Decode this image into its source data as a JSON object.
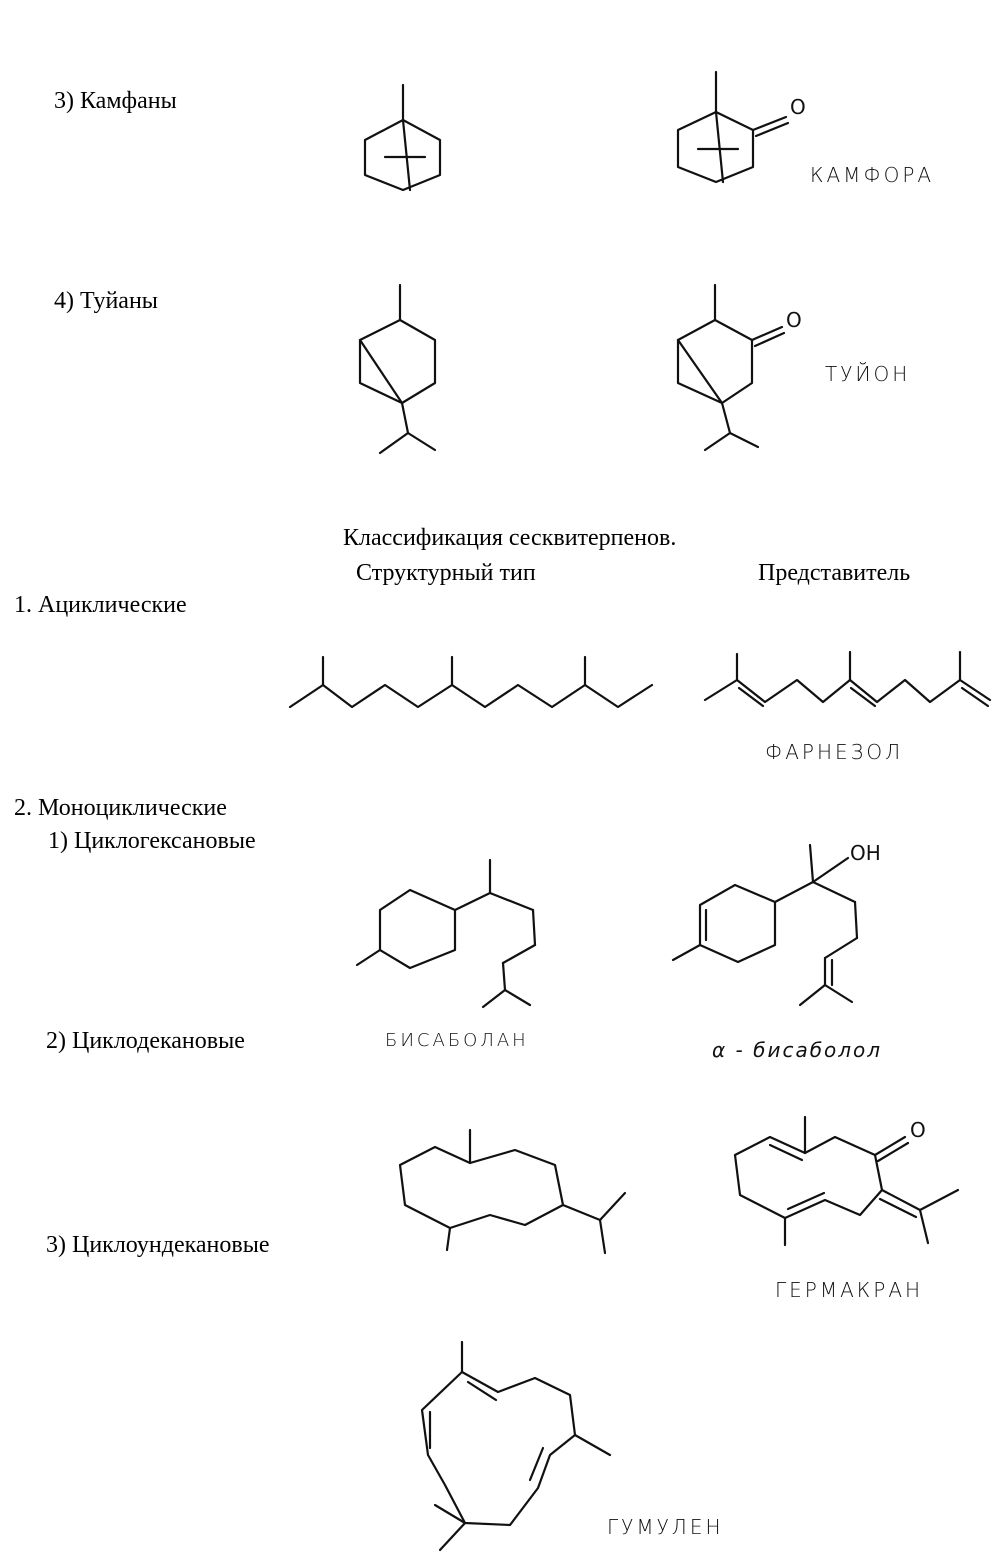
{
  "camphanes": {
    "label": "3)  Камфаны",
    "representative": "КАМФОРА",
    "oxo": "O"
  },
  "thujanes": {
    "label": "4)  Туйаны",
    "representative": "ТУЙОН",
    "oxo": "O"
  },
  "classification": {
    "title": "Классификация сесквитерпенов.",
    "col_type": "Структурный тип",
    "col_rep": "Представитель"
  },
  "acyclic": {
    "label": "1. Ациклические",
    "representative": "ФАРНЕЗОЛ"
  },
  "monocyclic": {
    "label": "2. Моноциклические",
    "cyclohexane": {
      "label": "1)  Циклогексановые",
      "type_name": "БИСАБОЛАН",
      "representative": "α - бисаболол",
      "oh": "OH"
    },
    "cyclodecane": {
      "label": "2)  Циклодекановые",
      "representative": "ГЕРМАКРАН",
      "oxo": "O"
    },
    "cycloundecane": {
      "label": "3)  Циклоундекановые",
      "representative": "ГУМУЛЕН"
    }
  }
}
